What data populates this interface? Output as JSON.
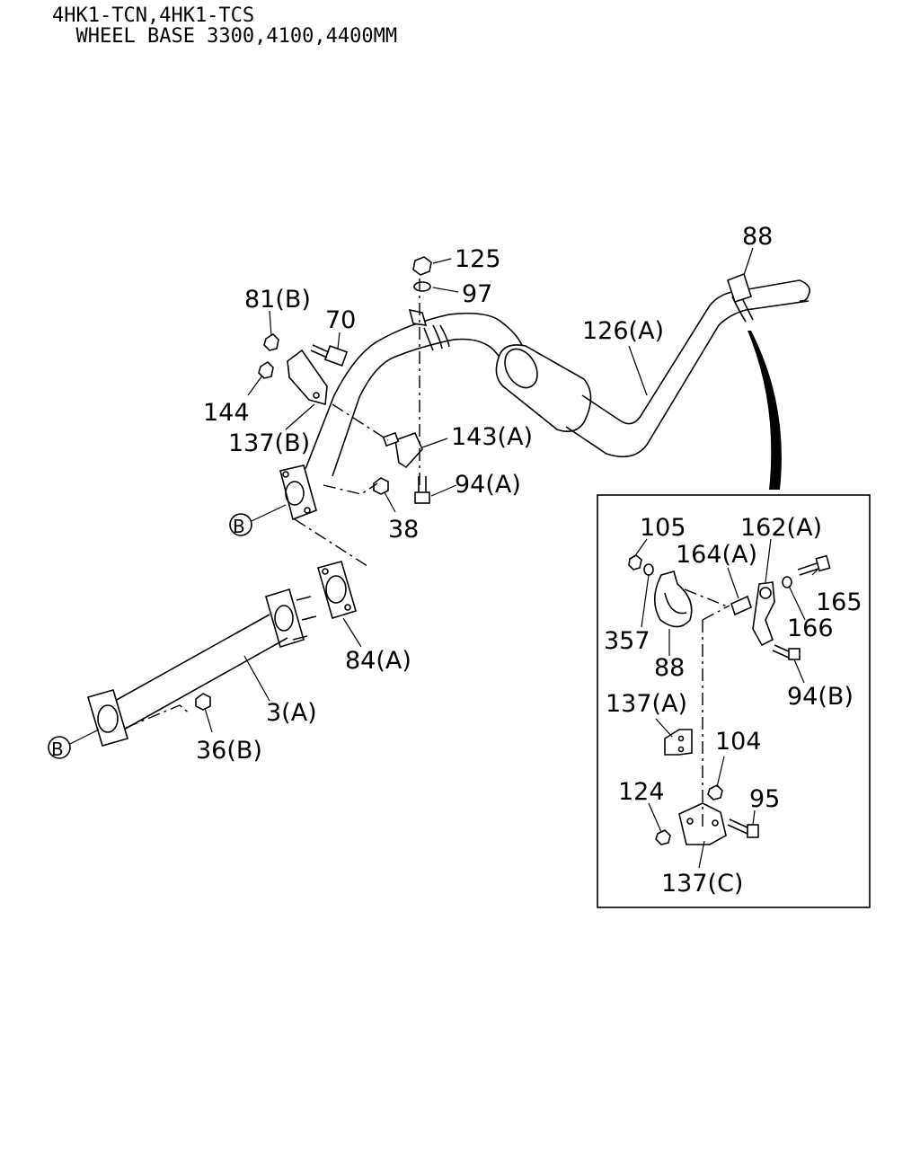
{
  "header": {
    "line1": "4HK1-TCN,4HK1-TCS",
    "line2": "  WHEEL BASE 3300,4100,4400MM"
  },
  "callouts": {
    "p125": "125",
    "p97": "97",
    "p88_top": "88",
    "p126a": "126(A)",
    "p81b": "81(B)",
    "p70": "70",
    "p144": "144",
    "p137b": "137(B)",
    "p143a": "143(A)",
    "p94a": "94(A)",
    "p38": "38",
    "b_upper": "B",
    "p84a": "84(A)",
    "p3a": "3(A)",
    "p36b": "36(B)",
    "b_lower": "B",
    "d105": "105",
    "d162a": "162(A)",
    "d164a": "164(A)",
    "d165": "165",
    "d166": "166",
    "d357": "357",
    "d88": "88",
    "d94b": "94(B)",
    "d137a": "137(A)",
    "d104": "104",
    "d124": "124",
    "d95": "95",
    "d137c": "137(C)"
  }
}
